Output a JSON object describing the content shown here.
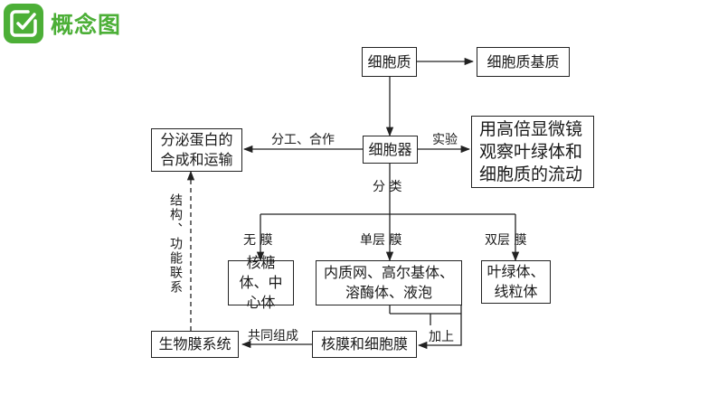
{
  "header": {
    "title": "概念图",
    "icon": "edit-check-icon",
    "accent": "#4caf37"
  },
  "nodes": {
    "cytoplasm": "细胞质",
    "matrix": "细胞质基质",
    "organelle": "细胞器",
    "secretion": "分泌蛋白的合成和运输",
    "experiment": "用高倍显微镜观察叶绿体和细胞质的流动",
    "no_membrane": "核糖体、中心体",
    "single_membrane": "内质网、高尔基体、溶酶体、液泡",
    "double_membrane": "叶绿体、线粒体",
    "nuclear_cell_membrane": "核膜和细胞膜",
    "biomembrane_system": "生物膜系统"
  },
  "labels": {
    "division": "分工、合作",
    "experiment": "实验",
    "classify": "分  类",
    "none": "无  膜",
    "single": "单层  膜",
    "double": "双层  膜",
    "add": "加上",
    "compose": "共同组成",
    "relation": "结构、功能联系"
  }
}
